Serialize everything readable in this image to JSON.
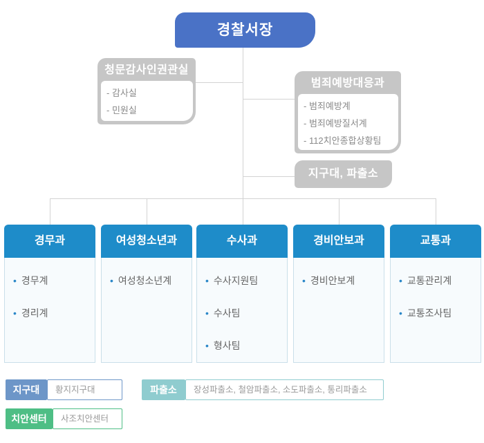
{
  "chief": {
    "label": "경찰서장"
  },
  "hearing_office": {
    "title": "청문감사인권관실",
    "items": [
      "- 감사실",
      "- 민원실"
    ]
  },
  "crime_prevention": {
    "title": "범죄예방대응과",
    "items": [
      "- 범죄예방계",
      "- 범죄예방질서계",
      "- 112치안종합상황팀"
    ]
  },
  "district_box": {
    "title": "지구대, 파출소"
  },
  "departments": [
    {
      "name": "경무과",
      "teams": [
        "경무계",
        "경리계"
      ]
    },
    {
      "name": "여성청소년과",
      "teams": [
        "여성청소년계"
      ]
    },
    {
      "name": "수사과",
      "teams": [
        "수사지원팀",
        "수사팀",
        "형사팀"
      ]
    },
    {
      "name": "경비안보과",
      "teams": [
        "경비안보계"
      ]
    },
    {
      "name": "교통과",
      "teams": [
        "교통관리계",
        "교통조사팀"
      ]
    }
  ],
  "footer": {
    "district": {
      "label": "지구대",
      "value": "황지지구대"
    },
    "substation": {
      "label": "파출소",
      "value": "장성파출소, 철암파출소, 소도파출소, 통리파출소"
    },
    "police_center": {
      "label": "치안센터",
      "value": "사조치안센터"
    }
  },
  "colors": {
    "chief_bg": "#4A72C6",
    "dept_header_bg": "#1E8CC9",
    "dept_body_bg": "#F7FBFD",
    "dept_body_border": "#C9DFE9",
    "gray_box_bg": "#C6C6C6",
    "connector_line": "#D3D3D3",
    "bullet": "#2B87C8",
    "district_label_bg": "#6D96C8",
    "substation_label_bg": "#8FCCCF",
    "police_center_label_bg": "#4EBE85",
    "value_text": "#999999"
  }
}
